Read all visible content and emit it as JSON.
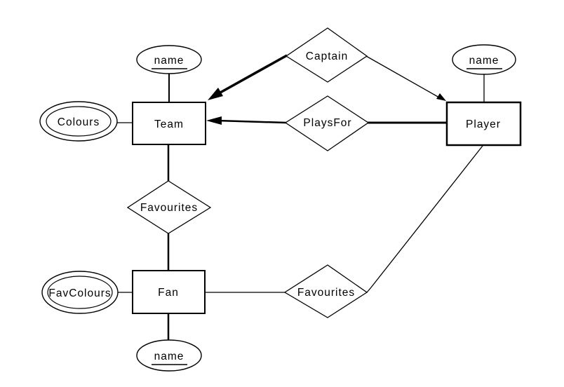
{
  "diagram": {
    "type": "entity-relationship",
    "colors": {
      "ink": "#000000",
      "background": "#ffffff"
    },
    "entities": [
      {
        "label": "Team"
      },
      {
        "label": "Player"
      },
      {
        "label": "Fan"
      }
    ],
    "attributes": [
      {
        "label": "name",
        "owner": "Team",
        "key_underlined": true
      },
      {
        "label": "Colours",
        "owner": "Team",
        "double_ellipse": true
      },
      {
        "label": "name",
        "owner": "Player",
        "key_underlined": true
      },
      {
        "label": "FavColours",
        "owner": "Fan",
        "double_ellipse": true
      },
      {
        "label": "name",
        "owner": "Fan",
        "key_underlined": true
      }
    ],
    "relationships": [
      {
        "label": "Captain",
        "between": "Team-Player",
        "arrows": "thick arrow into Team, thin arrow into Player"
      },
      {
        "label": "PlaysFor",
        "between": "Player-Team",
        "arrows": "arrow into Team"
      },
      {
        "label": "Favourites",
        "between": "Team-Fan",
        "arrows": "none"
      },
      {
        "label": "Favourites",
        "between": "Fan-Player",
        "arrows": "none"
      }
    ]
  }
}
